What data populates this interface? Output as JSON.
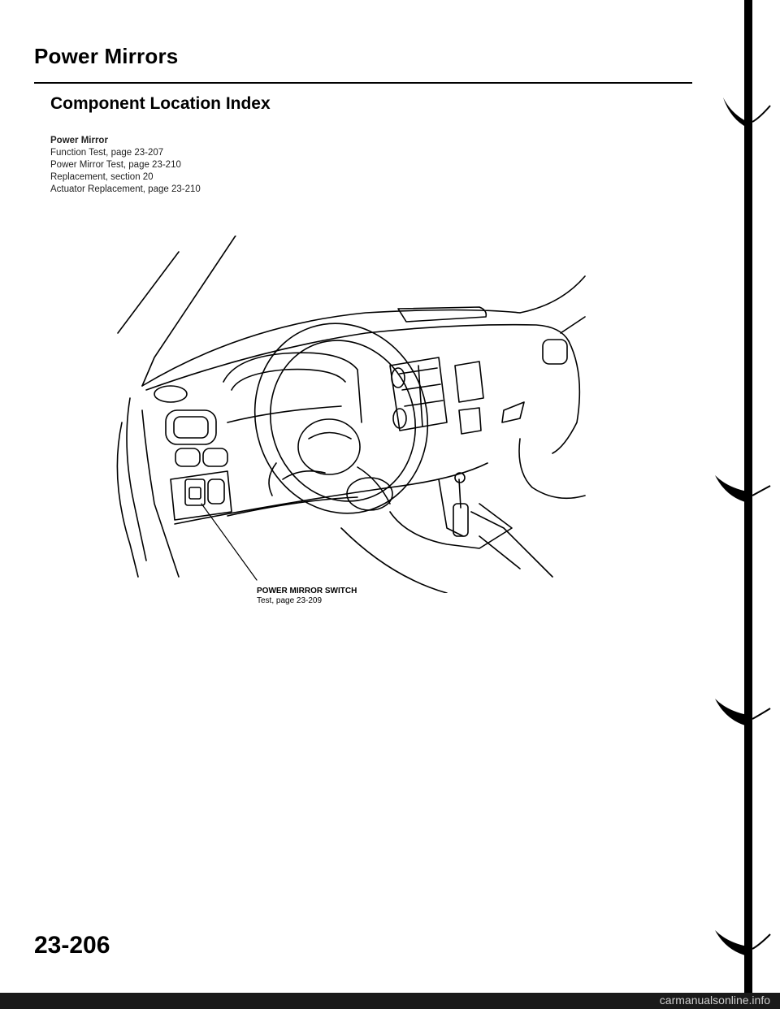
{
  "page": {
    "title": "Power Mirrors",
    "section_title": "Component Location Index",
    "page_number": "23-206"
  },
  "component": {
    "name": "Power Mirror",
    "refs": [
      "Function Test, page 23-207",
      "Power Mirror Test, page 23-210",
      "Replacement, section 20",
      "Actuator Replacement, page 23-210"
    ]
  },
  "callout": {
    "name": "POWER MIRROR SWITCH",
    "ref": "Test, page 23-209"
  },
  "watermark": "carmanualsonline.info"
}
